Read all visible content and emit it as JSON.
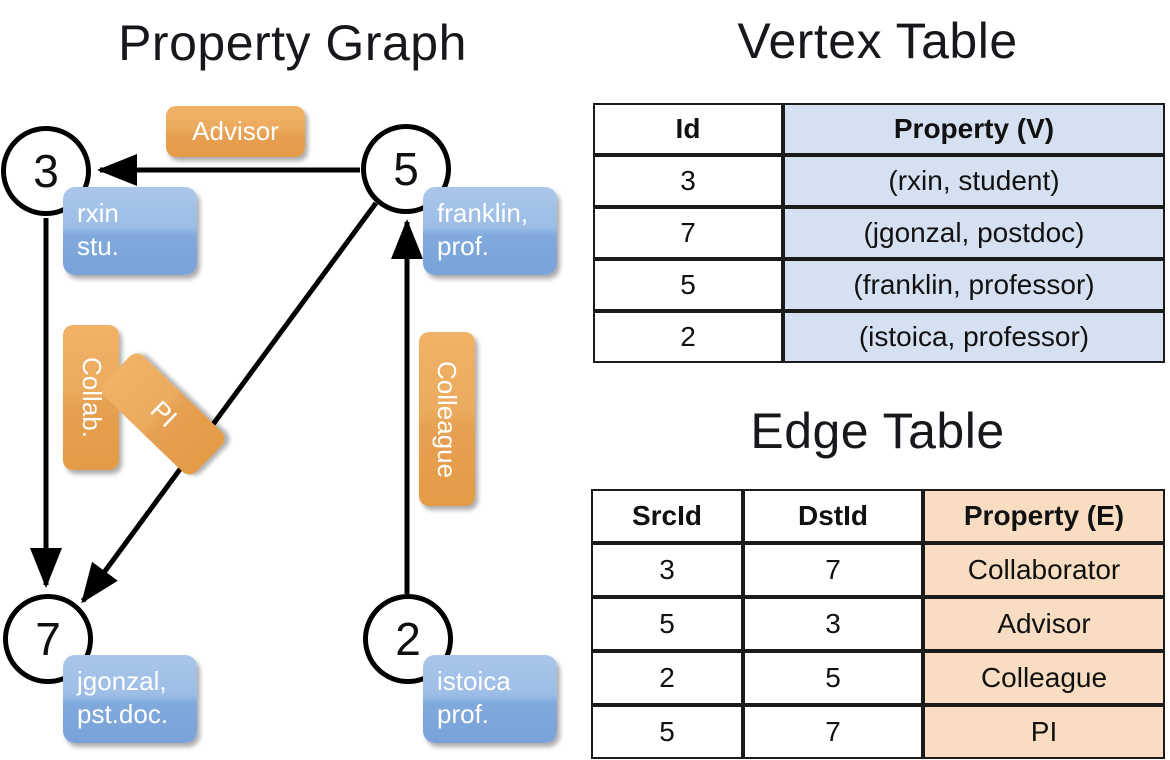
{
  "titles": {
    "property_graph": "Property Graph",
    "vertex_table": "Vertex Table",
    "edge_table": "Edge Table"
  },
  "graph": {
    "nodes": [
      {
        "id": "3",
        "property": "rxin\nstu."
      },
      {
        "id": "5",
        "property": "franklin,\nprof."
      },
      {
        "id": "7",
        "property": "jgonzal,\npst.doc."
      },
      {
        "id": "2",
        "property": "istoica\nprof."
      }
    ],
    "node_labels": {
      "n3": "3",
      "n5": "5",
      "n7": "7",
      "n2": "2"
    },
    "property_boxes": {
      "rxin_line1": "rxin",
      "rxin_line2": "stu.",
      "franklin_line1": "franklin,",
      "franklin_line2": "prof.",
      "jgonzal_line1": "jgonzal,",
      "jgonzal_line2": "pst.doc.",
      "istoica_line1": "istoica",
      "istoica_line2": "prof."
    },
    "edge_labels": {
      "advisor": "Advisor",
      "collab": "Collab.",
      "pi": "PI",
      "colleague": "Colleague"
    },
    "edges": [
      {
        "from": "5",
        "to": "3",
        "label": "Advisor"
      },
      {
        "from": "3",
        "to": "7",
        "label": "Collab."
      },
      {
        "from": "5",
        "to": "7",
        "label": "PI"
      },
      {
        "from": "2",
        "to": "5",
        "label": "Colleague"
      }
    ]
  },
  "vertex_table": {
    "headers": [
      "Id",
      "Property (V)"
    ],
    "rows": [
      {
        "id": "3",
        "property": "(rxin, student)"
      },
      {
        "id": "7",
        "property": "(jgonzal, postdoc)"
      },
      {
        "id": "5",
        "property": "(franklin, professor)"
      },
      {
        "id": "2",
        "property": "(istoica, professor)"
      }
    ]
  },
  "edge_table": {
    "headers": [
      "SrcId",
      "DstId",
      "Property (E)"
    ],
    "rows": [
      {
        "src": "3",
        "dst": "7",
        "property": "Collaborator"
      },
      {
        "src": "5",
        "dst": "3",
        "property": "Advisor"
      },
      {
        "src": "2",
        "dst": "5",
        "property": "Colleague"
      },
      {
        "src": "5",
        "dst": "7",
        "property": "PI"
      }
    ]
  },
  "colors": {
    "vertex_property_fill": "#d5e0f1",
    "edge_property_fill": "#f8ddc2",
    "bubble_blue": "#9dbde6",
    "chip_orange": "#eca95c",
    "stroke": "#111111"
  }
}
